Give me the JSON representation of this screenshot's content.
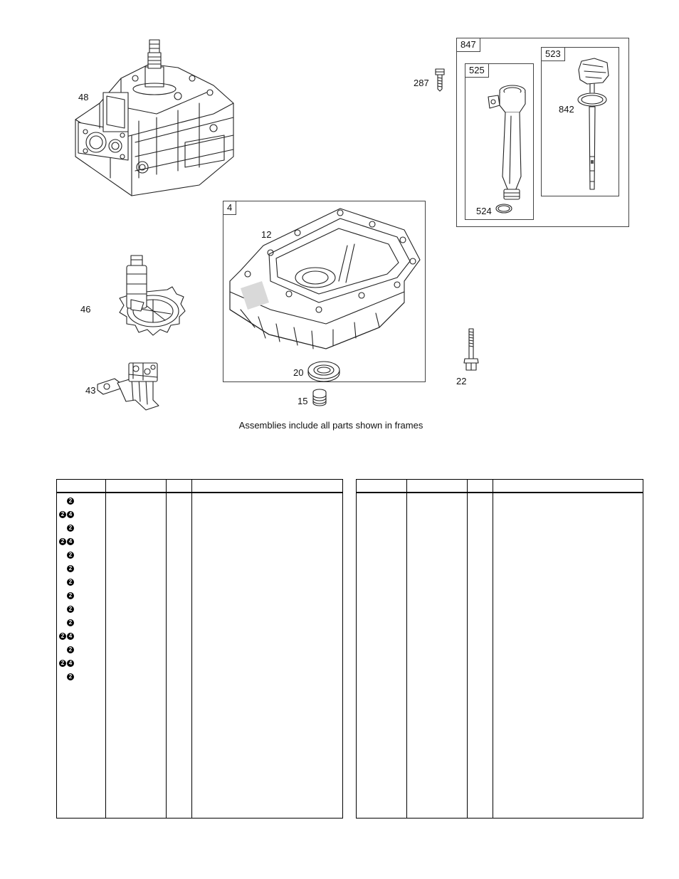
{
  "callouts": {
    "c48": "48",
    "c46": "46",
    "c43": "43",
    "c287": "287",
    "c847": "847",
    "c525": "525",
    "c523": "523",
    "c842": "842",
    "c524": "524",
    "c4": "4",
    "c12": "12",
    "c20": "20",
    "c15": "15",
    "c22": "22"
  },
  "caption": "Assemblies include all parts shown in frames",
  "parts_table": {
    "left_rows": [
      [
        "❷"
      ],
      [
        "❷",
        "❹"
      ],
      [
        "❷"
      ],
      [
        "❷",
        "❹"
      ],
      [
        "❷"
      ],
      [
        "❷"
      ],
      [
        "❷"
      ],
      [
        "❷"
      ],
      [
        "❷"
      ],
      [
        "❷"
      ],
      [
        "❷",
        "❹"
      ],
      [
        "❷"
      ],
      [
        "❷",
        "❹"
      ],
      [
        "❷"
      ]
    ],
    "right_rows": []
  },
  "icons": {
    "crankcase": "crankcase-cylinder-icon",
    "cam-gear": "cam-gear-icon",
    "governor": "governor-bracket-icon",
    "sump": "engine-sump-icon",
    "dipstick-tube": "dipstick-tube-icon",
    "dipstick": "dipstick-icon",
    "screw": "screw-icon",
    "seal": "oil-seal-icon",
    "plug": "drain-plug-icon",
    "bolt": "bolt-icon"
  }
}
